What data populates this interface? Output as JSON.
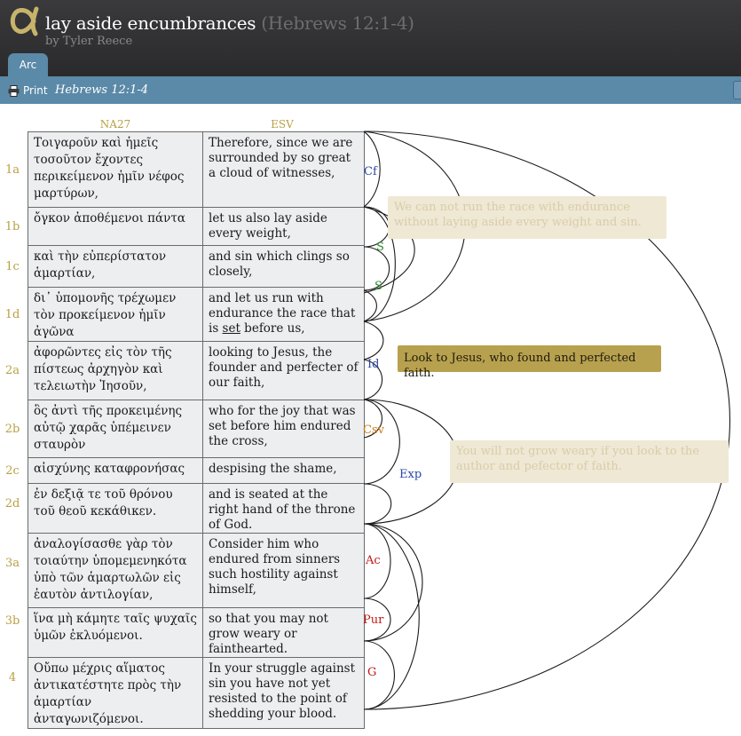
{
  "header": {
    "title": "lay aside encumbrances",
    "reference": "(Hebrews 12:1-4)",
    "author": "by Tyler Reece",
    "tab_label": "Arc"
  },
  "toolbar": {
    "print_label": "Print",
    "passage": "Hebrews 12:1-4"
  },
  "columns": {
    "greek": "NA27",
    "english": "ESV"
  },
  "rows": [
    {
      "verse": "1a",
      "greek": "Τοιγαροῦν καὶ ἡμεῖς τοσοῦτον ἔχοντες περικείμενον ἡμῖν νέφος μαρτύρων,",
      "english": "Therefore, since we are surrounded by so great a cloud of witnesses,"
    },
    {
      "verse": "1b",
      "greek": "ὄγκον ἀποθέμενοι πάντα",
      "english": "let us also lay aside every weight,"
    },
    {
      "verse": "1c",
      "greek": "καὶ τὴν εὐπερίστατον ἁμαρτίαν,",
      "english": "and sin which clings so closely,"
    },
    {
      "verse": "1d",
      "greek": "δι᾽ ὑπομονῆς τρέχωμεν τὸν προκείμενον ἡμῖν ἀγῶνα",
      "english_before": "and let us run with endurance the race that is ",
      "english_underlined": "set",
      "english_after": " before us,"
    },
    {
      "verse": "2a",
      "greek": "ἀφορῶντες εἰς τὸν τῆς πίστεως ἀρχηγὸν καὶ τελειωτὴν Ἰησοῦν,",
      "english": "looking to Jesus, the founder and perfecter of our faith,"
    },
    {
      "verse": "2b",
      "greek": "ὃς ἀντὶ τῆς προκειμένης αὐτῷ χαρᾶς ὑπέμεινεν σταυρὸν",
      "english": "who for the joy that was set before him endured the cross,"
    },
    {
      "verse": "2c",
      "greek": "αἰσχύνης καταφρονήσας",
      "english": "despising the shame,"
    },
    {
      "verse": "2d",
      "greek": "ἐν δεξιᾷ τε τοῦ θρόνου τοῦ θεοῦ κεκάθικεν.",
      "english": "and is seated at the right hand of the throne of God."
    },
    {
      "verse": "3a",
      "greek": "ἀναλογίσασθε γὰρ τὸν τοιαύτην ὑπομεμενηκότα ὑπὸ τῶν ἁμαρτωλῶν εἰς ἑαυτὸν ἀντιλογίαν,",
      "english": "Consider him who endured from sinners such hostility against himself,"
    },
    {
      "verse": "3b",
      "greek": "ἵνα μὴ κάμητε ταῖς ψυχαῖς ὑμῶν ἐκλυόμενοι.",
      "english": "so that you may not grow weary or fainthearted."
    },
    {
      "verse": "4",
      "greek": "Οὔπω μέχρις αἵματος ἀντικατέστητε πρὸς τὴν ἁμαρτίαν ἀνταγωνιζόμενοι.",
      "english": "In your struggle against sin you have not yet resisted to the point of shedding your blood."
    }
  ],
  "relation_labels": {
    "cf": "Cf",
    "s1": "S",
    "s2": "S",
    "id": "Id",
    "csv": "Csv",
    "exp": "Exp",
    "ac": "Ac",
    "pur": "Pur",
    "g": "G"
  },
  "notes": {
    "note1": "We can not run the race with endurance without laying aside every weight and sin.",
    "note2": "Look to Jesus, who found and perfected faith.",
    "note3": "You will not grow weary if you look to the author and pefector of faith."
  },
  "colors": {
    "header_bg": "#2f2f31",
    "toolbar_bg": "#5b89a8",
    "accent_gold": "#b8a044",
    "cell_bg": "#eceef0",
    "label_blue": "#2a45a8",
    "label_green": "#2e8b2e",
    "label_orange": "#d07a10",
    "label_red": "#c01818",
    "note_highlight": "#b8a14e"
  },
  "icons": {
    "logo": "alpha-logo-icon",
    "print": "printer-icon"
  }
}
